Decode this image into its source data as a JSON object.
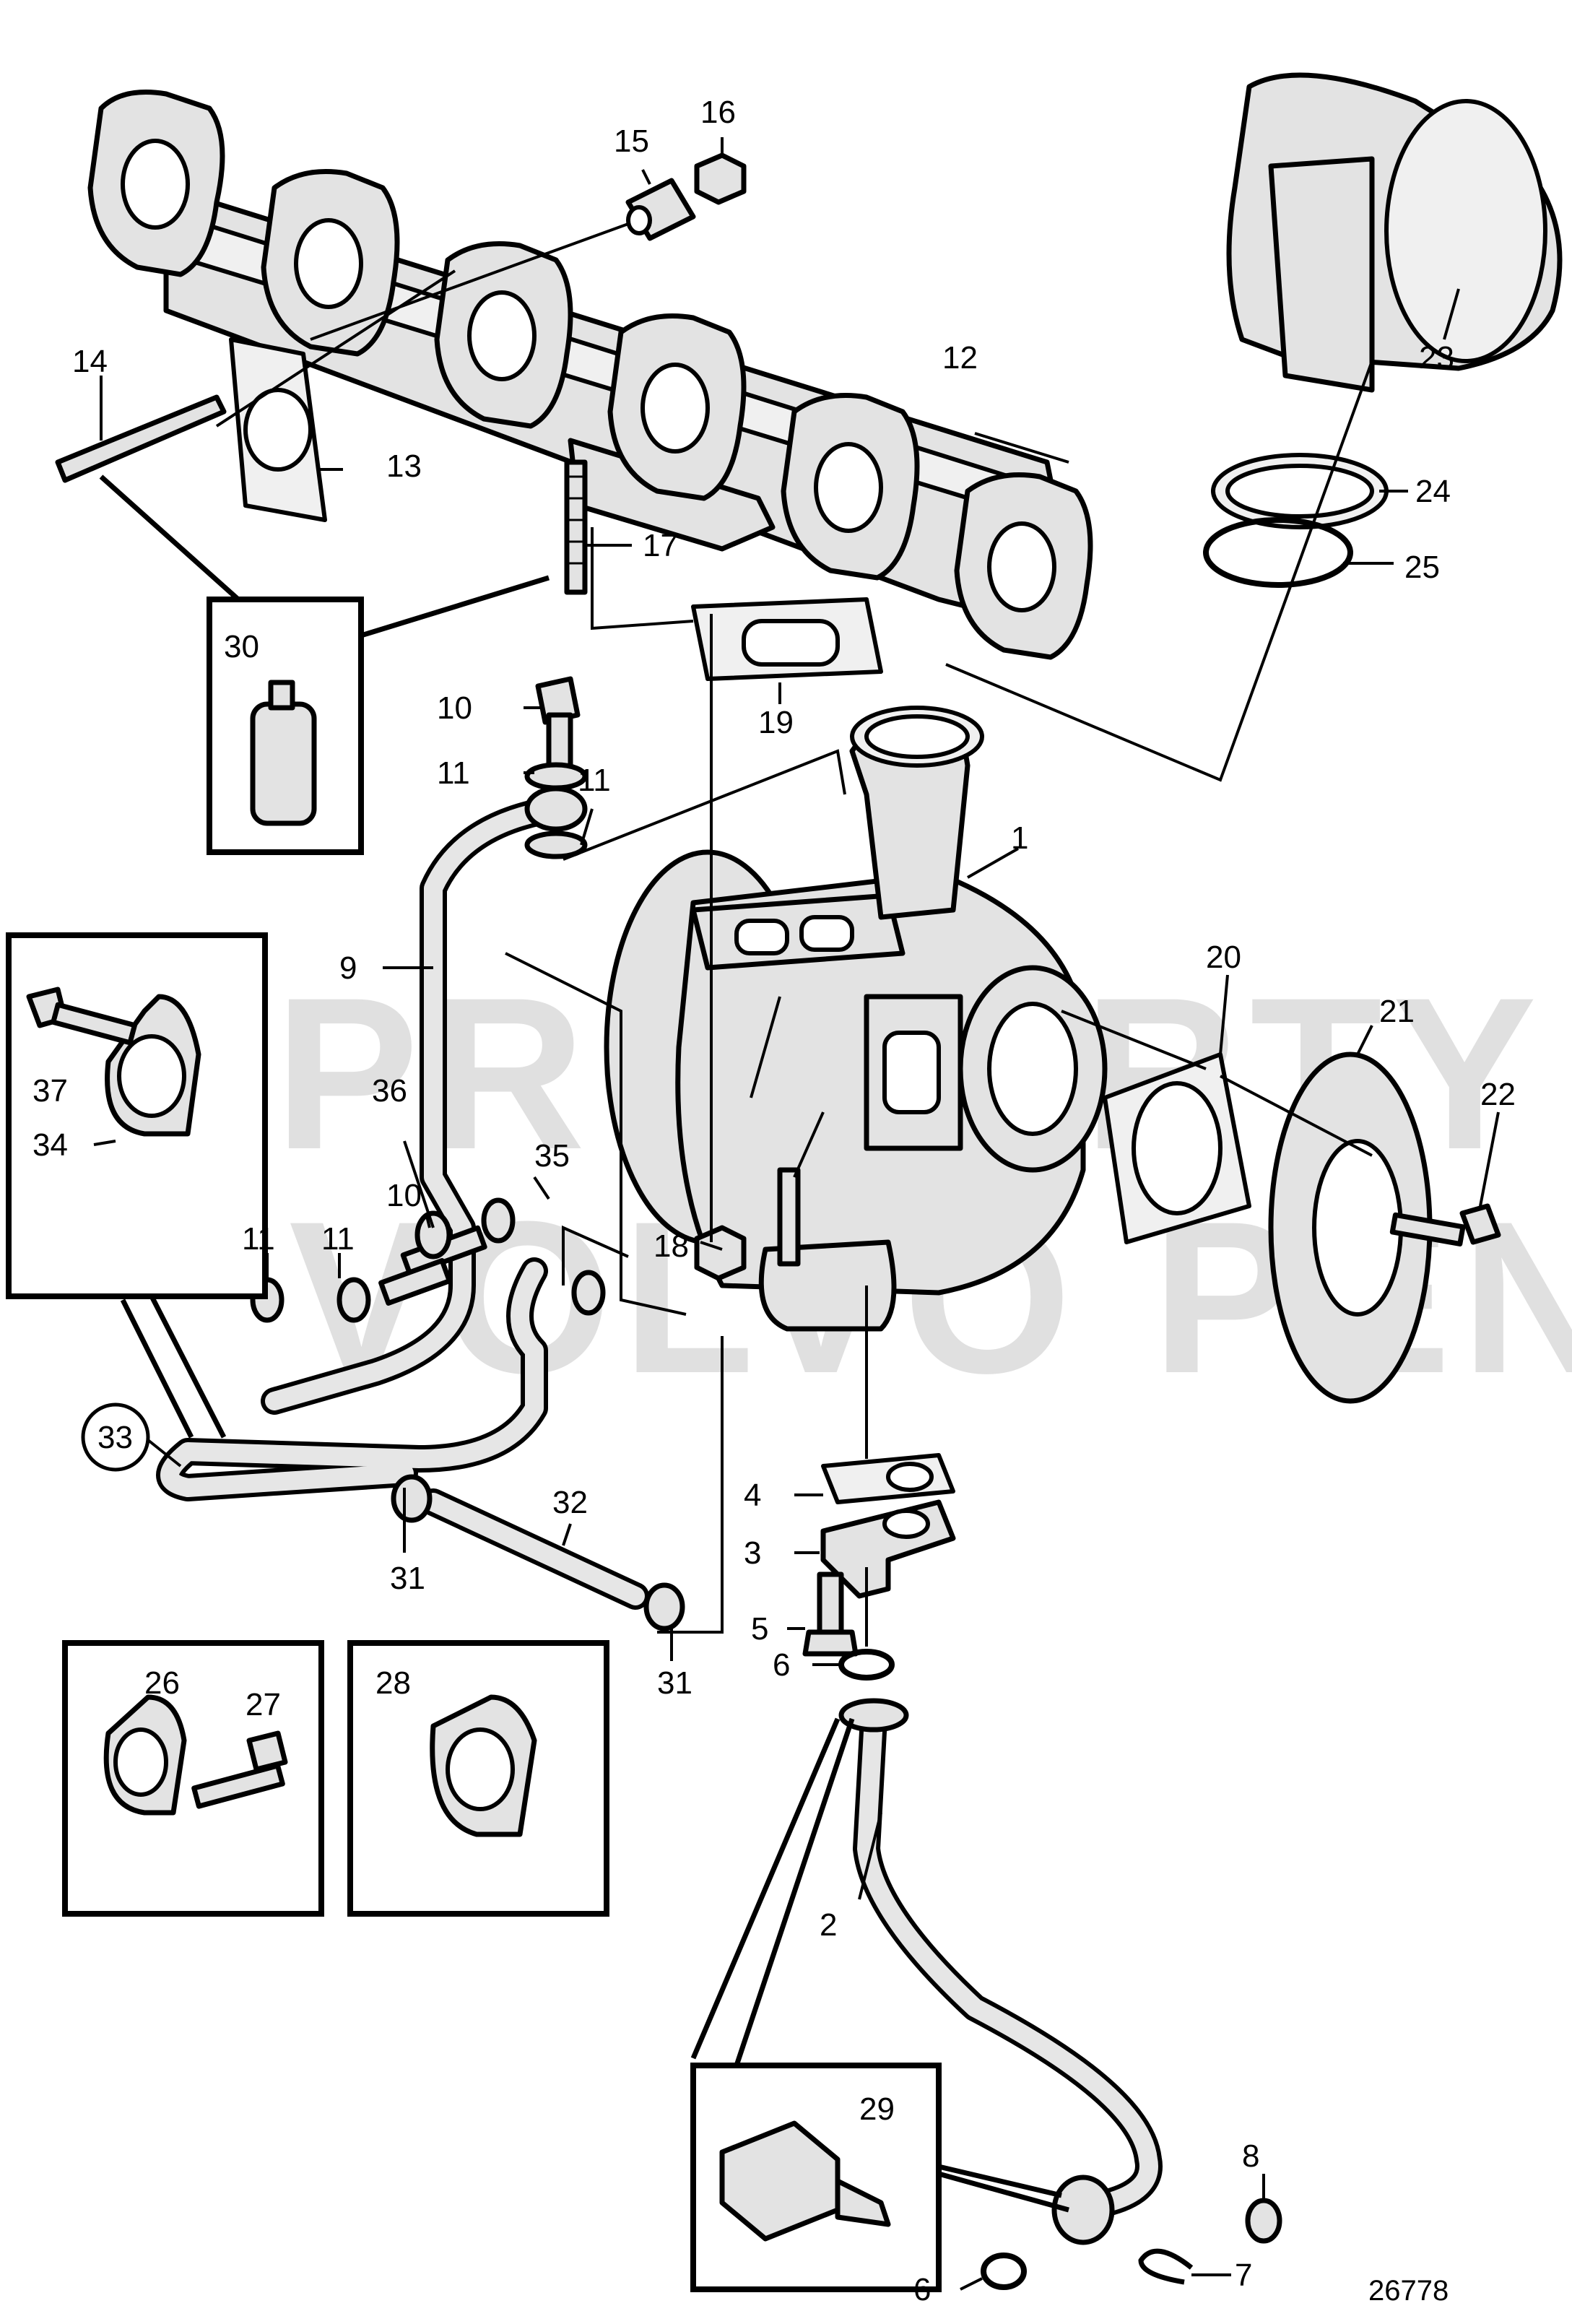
{
  "callouts": [
    {
      "id": "c1",
      "label": "1"
    },
    {
      "id": "c2",
      "label": "2"
    },
    {
      "id": "c3",
      "label": "3"
    },
    {
      "id": "c4",
      "label": "4"
    },
    {
      "id": "c5",
      "label": "5"
    },
    {
      "id": "c6a",
      "label": "6"
    },
    {
      "id": "c6b",
      "label": "6"
    },
    {
      "id": "c7",
      "label": "7"
    },
    {
      "id": "c8",
      "label": "8"
    },
    {
      "id": "c9",
      "label": "9"
    },
    {
      "id": "c10a",
      "label": "10"
    },
    {
      "id": "c10b",
      "label": "10"
    },
    {
      "id": "c11a",
      "label": "11"
    },
    {
      "id": "c11b",
      "label": "11"
    },
    {
      "id": "c11c",
      "label": "11"
    },
    {
      "id": "c11d",
      "label": "11"
    },
    {
      "id": "c12",
      "label": "12"
    },
    {
      "id": "c13",
      "label": "13"
    },
    {
      "id": "c14",
      "label": "14"
    },
    {
      "id": "c15",
      "label": "15"
    },
    {
      "id": "c16",
      "label": "16"
    },
    {
      "id": "c17",
      "label": "17"
    },
    {
      "id": "c18",
      "label": "18"
    },
    {
      "id": "c19",
      "label": "19"
    },
    {
      "id": "c20",
      "label": "20"
    },
    {
      "id": "c21",
      "label": "21"
    },
    {
      "id": "c22",
      "label": "22"
    },
    {
      "id": "c23",
      "label": "23"
    },
    {
      "id": "c24",
      "label": "24"
    },
    {
      "id": "c25",
      "label": "25"
    },
    {
      "id": "c26",
      "label": "26"
    },
    {
      "id": "c27",
      "label": "27"
    },
    {
      "id": "c28",
      "label": "28"
    },
    {
      "id": "c29",
      "label": "29"
    },
    {
      "id": "c30",
      "label": "30"
    },
    {
      "id": "c31a",
      "label": "31"
    },
    {
      "id": "c31b",
      "label": "31"
    },
    {
      "id": "c32",
      "label": "32"
    },
    {
      "id": "c33",
      "label": "33"
    },
    {
      "id": "c34",
      "label": "34"
    },
    {
      "id": "c35",
      "label": "35"
    },
    {
      "id": "c36",
      "label": "36"
    },
    {
      "id": "c37",
      "label": "37"
    }
  ],
  "watermark": {
    "line1": "PROPERTY OF",
    "line2": "VOLVO PENTA"
  },
  "document_number": "26778"
}
